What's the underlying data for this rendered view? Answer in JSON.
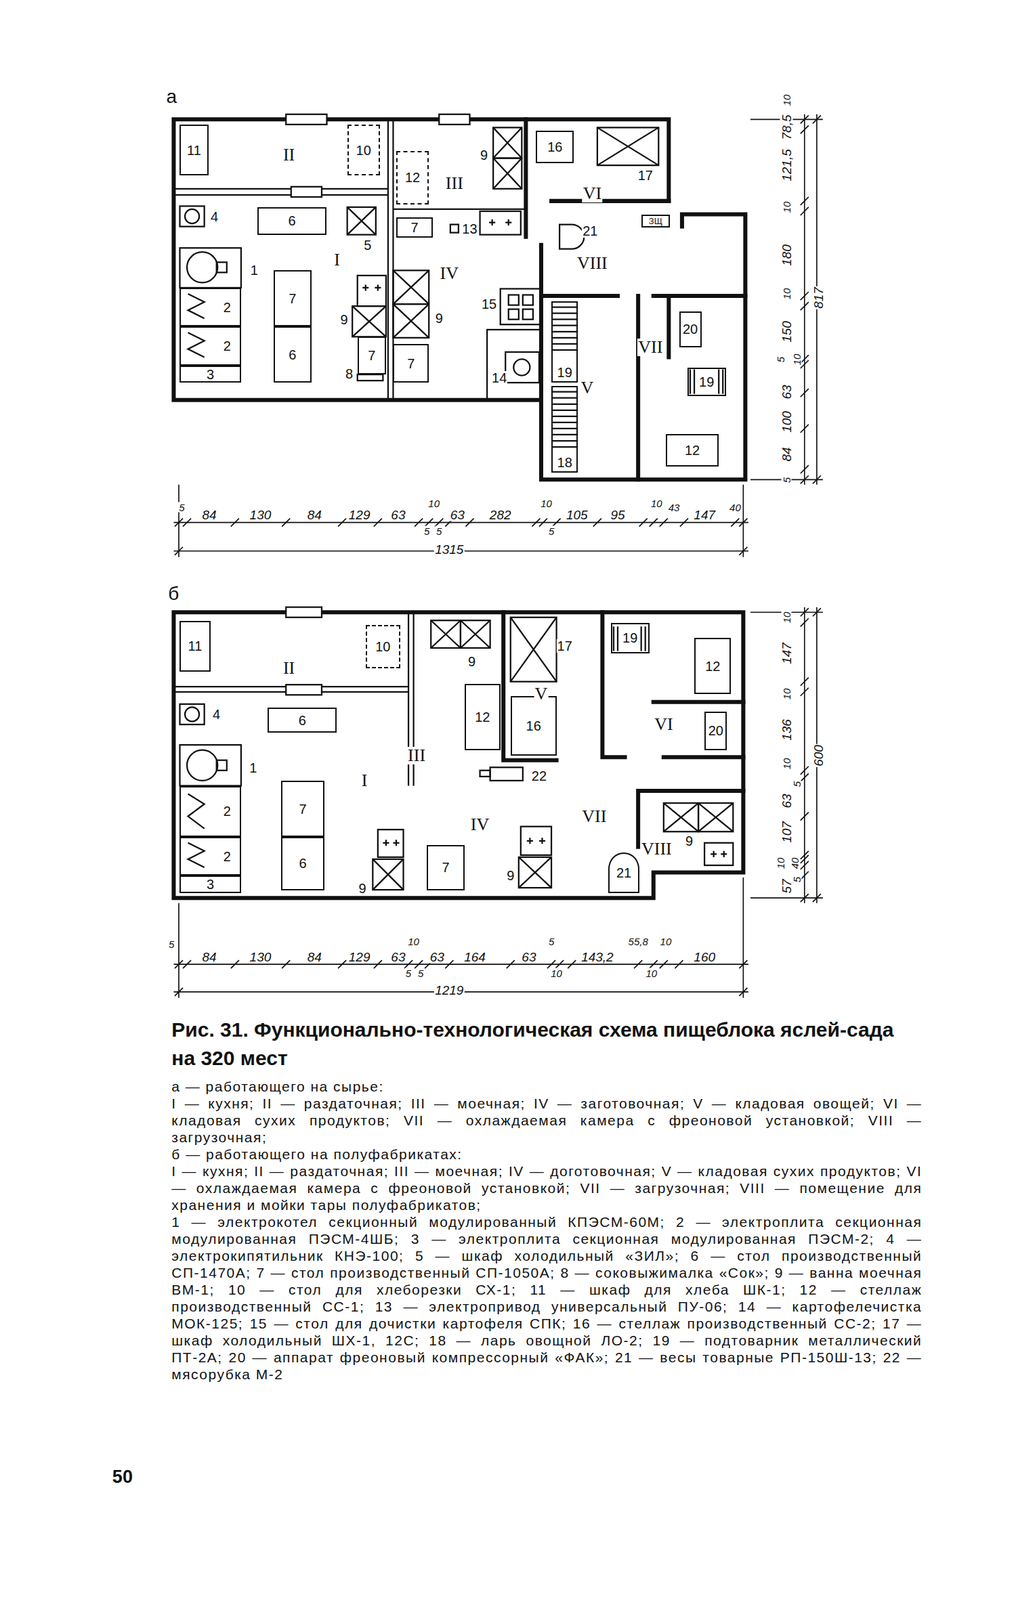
{
  "diagram": {
    "caption": "Рис. 31. Функционально-технологическая схема пищеблока яслей-сада на 320 мест",
    "nodes": [
      {
        "text": [
          "11"
        ]
      },
      {
        "text": [
          "10"
        ]
      },
      {
        "text": [
          "12"
        ]
      },
      {
        "text": [
          "16"
        ]
      },
      {
        "text": [
          "6"
        ]
      },
      {
        "text": [
          "7"
        ]
      },
      {
        "text": [
          "ЗЩ"
        ]
      },
      {
        "text": [
          "2"
        ]
      },
      {
        "text": [
          "2"
        ]
      },
      {
        "text": [
          "3"
        ]
      },
      {
        "text": [
          "7"
        ]
      },
      {
        "text": [
          "6"
        ]
      },
      {
        "text": [
          "7"
        ]
      },
      {
        "text": [
          "7"
        ]
      },
      {
        "text": [
          "19"
        ]
      },
      {
        "text": [
          "18"
        ]
      },
      {
        "text": [
          "20"
        ]
      },
      {
        "text": [
          "19"
        ]
      },
      {
        "text": [
          "12"
        ]
      },
      {
        "text": [
          "11"
        ]
      },
      {
        "text": [
          "10"
        ]
      },
      {
        "text": [
          "6"
        ]
      },
      {
        "text": [
          "12"
        ]
      },
      {
        "text": [
          "16"
        ]
      },
      {
        "text": [
          "2"
        ]
      },
      {
        "text": [
          "7"
        ]
      },
      {
        "text": [
          "2"
        ]
      },
      {
        "text": [
          "6"
        ]
      },
      {
        "text": [
          "3"
        ]
      },
      {
        "text": [
          "7"
        ]
      },
      {
        "text": [
          "19"
        ]
      },
      {
        "text": [
          "12"
        ]
      },
      {
        "text": [
          "20"
        ]
      },
      {
        "text": [
          "21"
        ]
      }
    ],
    "labels": [
      "а",
      "II",
      "III",
      "VI",
      "I",
      "IV",
      "VIII",
      "VII",
      "V",
      "9",
      "17",
      "4",
      "5",
      "13",
      "21",
      "1",
      "9",
      "9",
      "15",
      "8",
      "14",
      "10",
      "78,5",
      "121,5",
      "10",
      "180",
      "10",
      "150",
      "10",
      "5",
      "63",
      "100",
      "84",
      "5",
      "817",
      "5",
      "84",
      "130",
      "84",
      "129",
      "63",
      "10",
      "63",
      "5",
      "5",
      "282",
      "10",
      "105",
      "5",
      "95",
      "10",
      "43",
      "147",
      "40",
      "1315",
      "б",
      "II",
      "III",
      "V",
      "VI",
      "I",
      "IV",
      "VII",
      "VIII",
      "4",
      "9",
      "17",
      "1",
      "22",
      "9",
      "9",
      "9",
      "10",
      "147",
      "10",
      "136",
      "10",
      "5",
      "63",
      "107",
      "40",
      "10",
      "5",
      "57",
      "600",
      "5",
      "84",
      "130",
      "84",
      "129",
      "63",
      "10",
      "63",
      "5",
      "5",
      "164",
      "5",
      "63",
      "10",
      "143,2",
      "55,8",
      "10",
      "10",
      "160",
      "1219",
      "а — работающего на сырье:",
      "I — кухня; II — раздаточная; III — моечная; IV — заготовочная; V — кладовая овощей; VI — кладовая сухих продуктов; VII — охлаждаемая камера с фреоновой установкой; VIII — загрузочная;",
      "б — работающего на полуфабрикатах:",
      "I — кухня; II — раздаточная; III — моечная; IV — доготовочная; V — кладовая сухих продуктов; VI — охлаждаемая камера с фреоновой установкой; VII — загрузочная; VIII — помещение для хранения и мойки тары полуфабрикатов;",
      "1 — электрокотел секционный модулированный КПЭСМ-60М; 2 — электроплита секционная модулированная ПЭСМ-4ШБ; 3 — электроплита секционная модулированная ПЭСМ-2; 4 — электрокипятильник КНЭ-100; 5 — шкаф холодильный «ЗИЛ»; 6 — стол производственный СП-1470А; 7 — стол производственный СП-1050А; 8 — соковыжималка «Сок»; 9 — ванна моечная ВМ-1; 10 — стол для хлеборезки СХ-1; 11 — шкаф для хлеба ШК-1; 12 — стеллаж производственный СС-1; 13 — электропривод универсальный ПУ-06; 14 — картофелечистка МОК-125; 15 — стол для дочистки картофеля СПК; 16 — стеллаж производственный СС-2; 17 — шкаф холодильный ШХ-1, 12С; 18 — ларь овощной ЛО-2; 19 — подтоварник металлический ПТ-2А; 20 — аппарат фреоновый компрессорный «ФАК»; 21 — весы товарные РП-150Ш-13; 22 — мясорубка М-2",
      "50"
    ]
  }
}
